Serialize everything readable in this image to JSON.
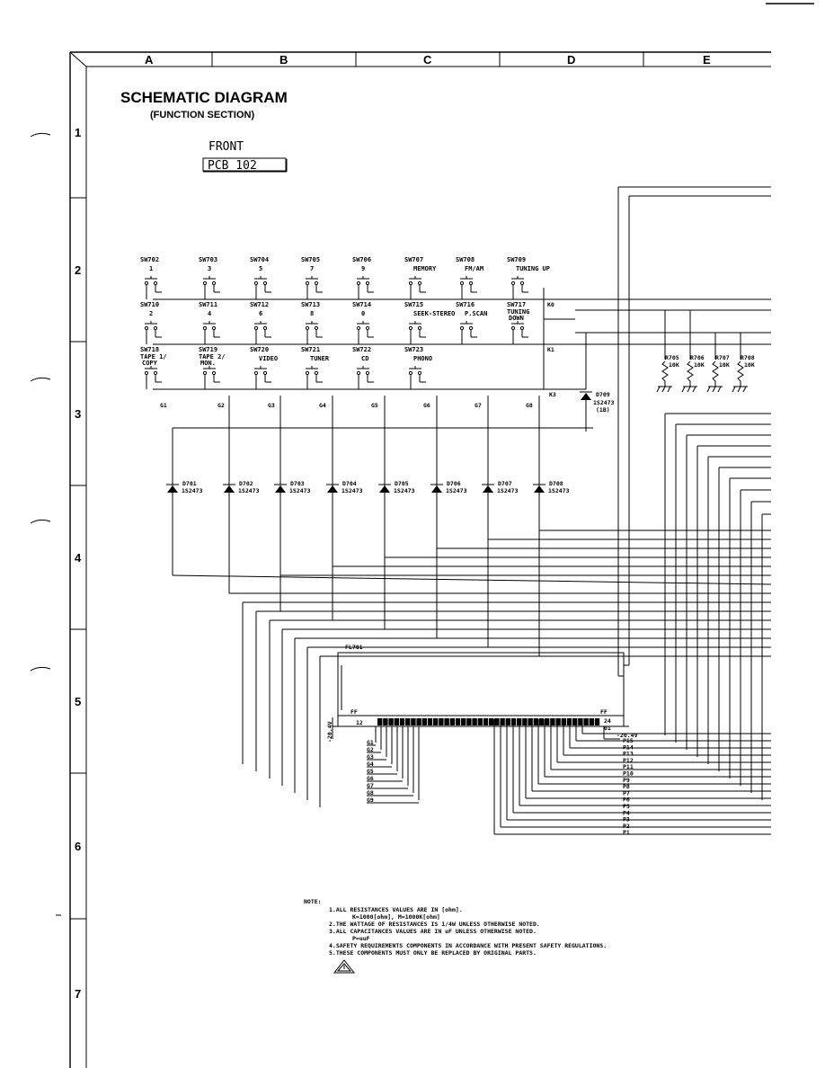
{
  "title": "SCHEMATIC DIAGRAM",
  "subtitle": "(FUNCTION SECTION)",
  "front_label": "FRONT",
  "pcb_label": "PCB 102",
  "columns": [
    "A",
    "B",
    "C",
    "D",
    "E"
  ],
  "rows": [
    "1",
    "2",
    "3",
    "4",
    "5",
    "6",
    "7"
  ],
  "switch_rows": [
    [
      {
        "id": "SW702",
        "label": "1"
      },
      {
        "id": "SW703",
        "label": "3"
      },
      {
        "id": "SW704",
        "label": "5"
      },
      {
        "id": "SW705",
        "label": "7"
      },
      {
        "id": "SW706",
        "label": "9"
      },
      {
        "id": "SW707",
        "label": "MEMORY"
      },
      {
        "id": "SW708",
        "label": "FM/AM"
      },
      {
        "id": "SW709",
        "label": "TUNING UP"
      }
    ],
    [
      {
        "id": "SW710",
        "label": "2"
      },
      {
        "id": "SW711",
        "label": "4"
      },
      {
        "id": "SW712",
        "label": "6"
      },
      {
        "id": "SW713",
        "label": "8"
      },
      {
        "id": "SW714",
        "label": "0"
      },
      {
        "id": "SW715",
        "label": "SEEK-STEREO"
      },
      {
        "id": "SW716",
        "label": "P.SCAN"
      },
      {
        "id": "SW717",
        "label": "TUNING DOWN"
      }
    ],
    [
      {
        "id": "SW718",
        "label": "TAPE 1/ COPY"
      },
      {
        "id": "SW719",
        "label": "TAPE 2/ MON."
      },
      {
        "id": "SW720",
        "label": "VIDEO"
      },
      {
        "id": "SW721",
        "label": "TUNER"
      },
      {
        "id": "SW722",
        "label": "CD"
      },
      {
        "id": "SW723",
        "label": "PHONO"
      }
    ]
  ],
  "key_lines": [
    "K0",
    "K1",
    "K3"
  ],
  "grid_labels": [
    "G1",
    "G2",
    "G3",
    "G4",
    "G5",
    "G6",
    "G7",
    "G8"
  ],
  "diodes": [
    {
      "id": "D701",
      "part": "1S2473"
    },
    {
      "id": "D702",
      "part": "1S2473"
    },
    {
      "id": "D703",
      "part": "1S2473"
    },
    {
      "id": "D704",
      "part": "1S2473"
    },
    {
      "id": "D705",
      "part": "1S2473"
    },
    {
      "id": "D706",
      "part": "1S2473"
    },
    {
      "id": "D707",
      "part": "1S2473"
    },
    {
      "id": "D708",
      "part": "1S2473"
    }
  ],
  "diode_d709": {
    "id": "D709",
    "part": "1S2473",
    "note": "(1B)"
  },
  "resistors": [
    {
      "id": "R705",
      "value": "10K"
    },
    {
      "id": "R706",
      "value": "10K"
    },
    {
      "id": "R707",
      "value": "10K"
    },
    {
      "id": "R708",
      "value": "10K"
    }
  ],
  "display": {
    "id": "FL701",
    "ff_left": "FF",
    "ff_right": "FF",
    "voltage_left": "-20.4V",
    "voltage_right": "-20.4V",
    "pin_left": "12",
    "pin_right": "24",
    "pin_right2": "01",
    "grid_out": [
      "G1",
      "G2",
      "G3",
      "G4",
      "G5",
      "G6",
      "G7",
      "G8",
      "G9"
    ],
    "segment_out": [
      "P15",
      "P14",
      "P13",
      "P12",
      "P11",
      "P10",
      "P9",
      "P8",
      "P7",
      "P6",
      "P5",
      "P4",
      "P3",
      "P2",
      "P1"
    ]
  },
  "notes": {
    "heading": "NOTE:",
    "lines": [
      "1.ALL RESISTANCES VALUES ARE IN [ohm].",
      "K=1000[ohm], M=1000K[ohm]",
      "2.THE WATTAGE OF RESISTANCES IS 1/4W UNLESS OTHERWISE NOTED.",
      "3.ALL CAPACITANCES VALUES ARE IN uF UNLESS OTHERWISE NOTED.",
      "P=uuF",
      "4.SAFETY REQUIREMENTS COMPONENTS IN ACCORDANCE WITH PRESENT SAFETY REGULATIONS.",
      "5.THESE COMPONENTS MUST ONLY BE REPLACED BY ORIGINAL PARTS."
    ]
  }
}
